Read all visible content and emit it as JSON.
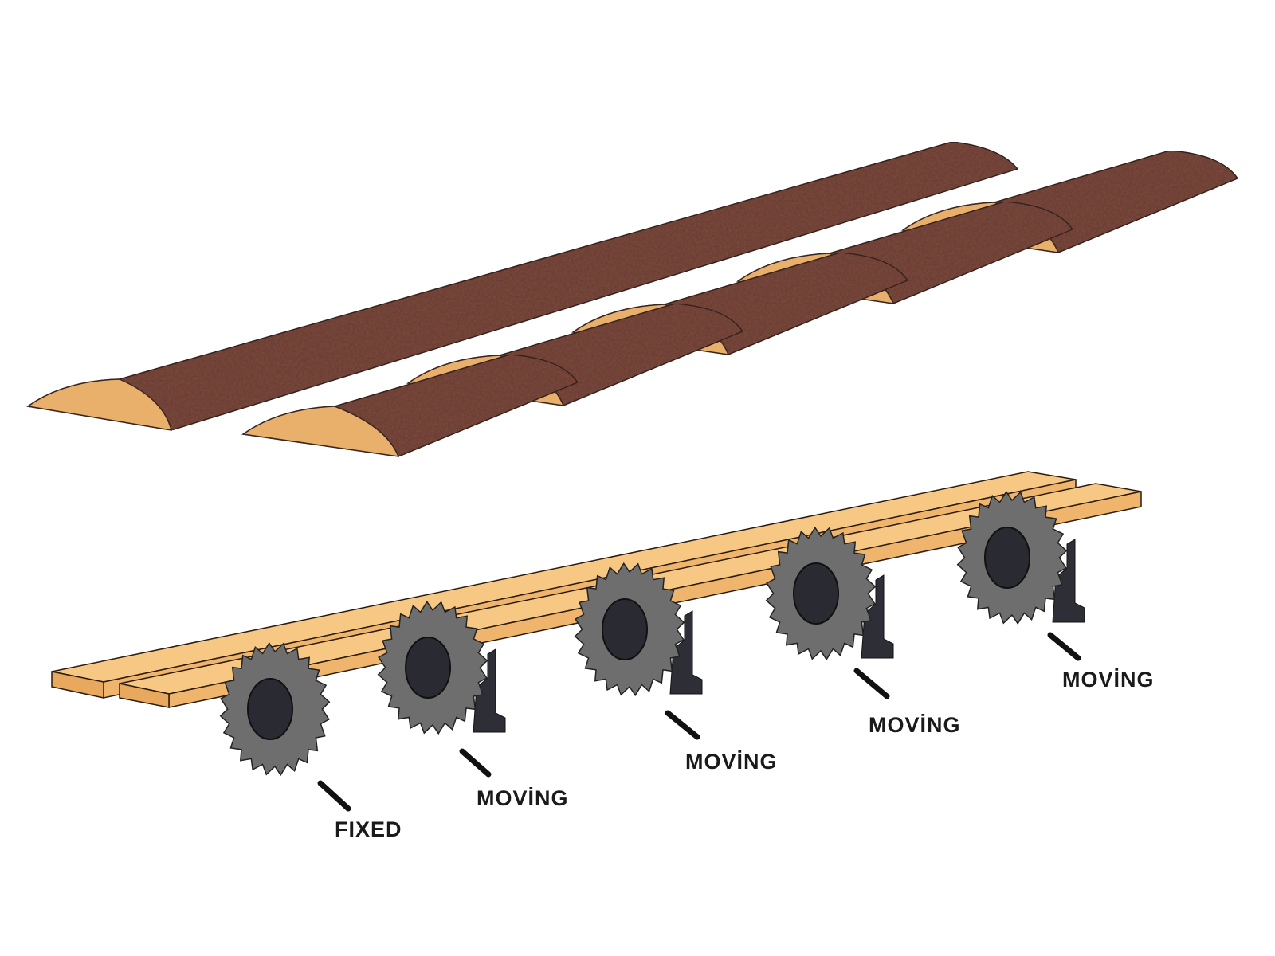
{
  "diagram": {
    "labels": {
      "fixed": "FIXED",
      "moving_1": "MOVİNG",
      "moving_2": "MOVİNG",
      "moving_3": "MOVİNG",
      "moving_4": "MOVİNG"
    },
    "colors": {
      "log_bark": "#7a4a3e",
      "log_wood": "#e8b06a",
      "board": "#f5bf7a",
      "saw_blade": "#6e6e6e",
      "saw_hub": "#2a2a33",
      "text": "#1a1a1a"
    }
  }
}
